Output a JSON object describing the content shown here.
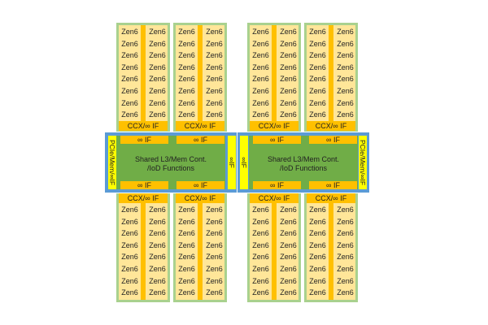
{
  "core_label": "Zen6",
  "ccx_label": "CCX/∞ IF",
  "if_label": "∞ IF",
  "die_link_label": "∞IF",
  "io_label": "PCIe/Mem/∞IF",
  "l3_line1": "Shared L3/Mem Cont.",
  "l3_line2": "/IoD Functions",
  "cores_per_ccx": 16,
  "colors": {
    "ccx_border": "#a9d18e",
    "core_bg": "#ffe699",
    "if_orange": "#ffc000",
    "die_border": "#5b9bd5",
    "die_green": "#70ad47",
    "link_yellow": "#ffff00"
  }
}
